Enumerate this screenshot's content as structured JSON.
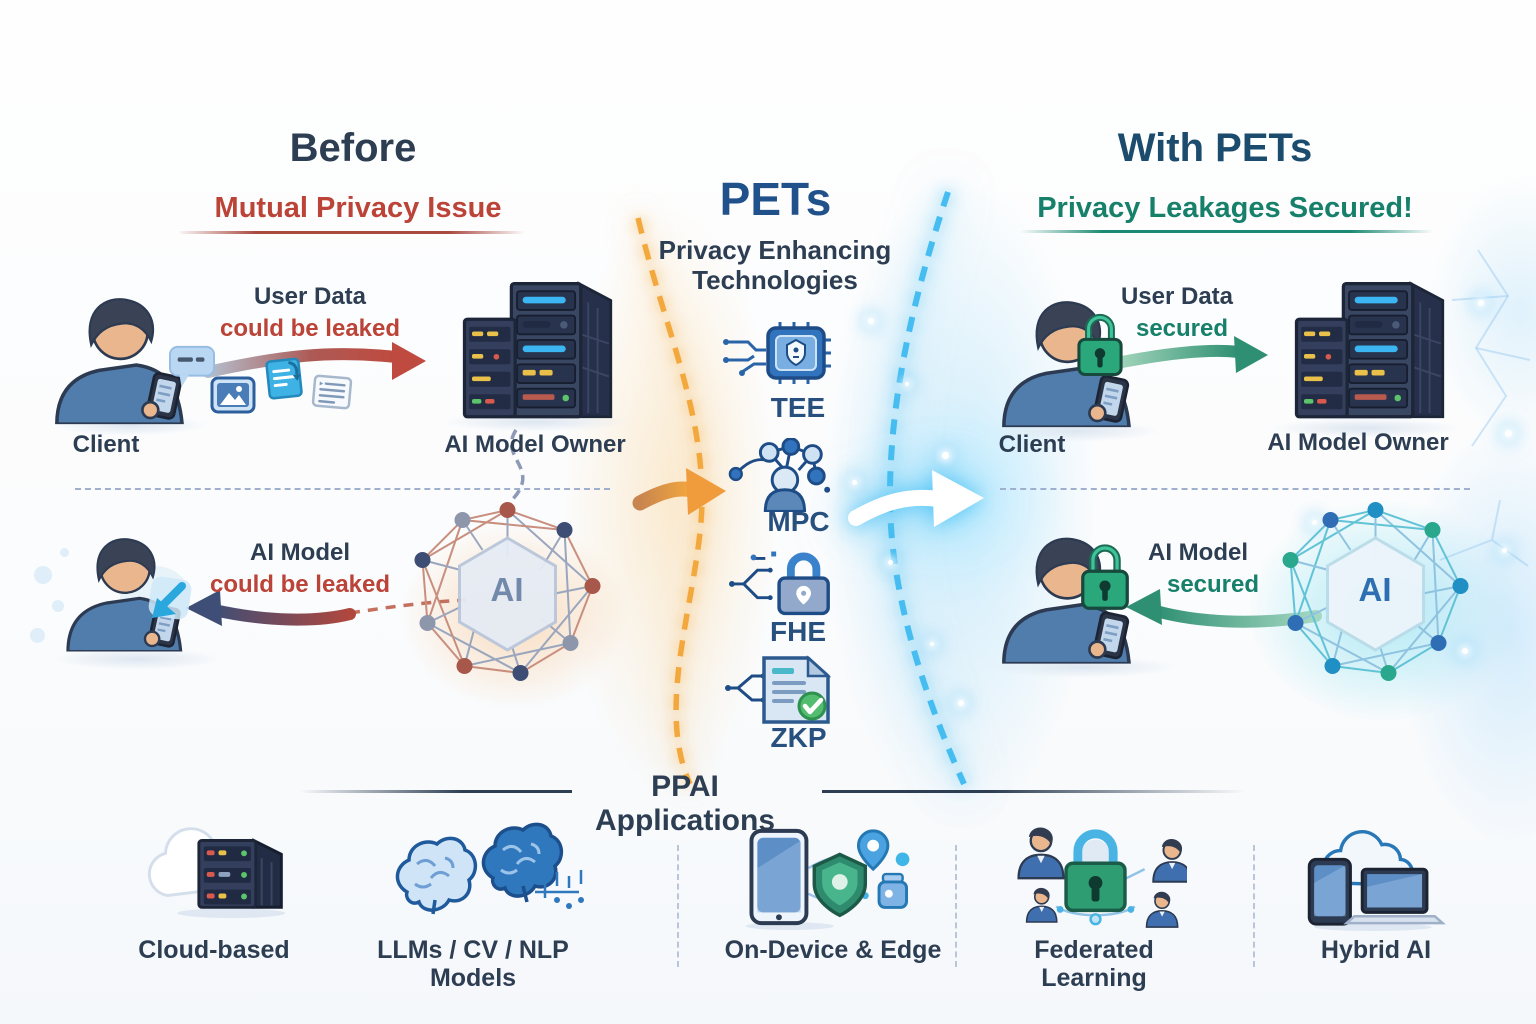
{
  "left_panel": {
    "title": "Before",
    "subtitle": "Mutual Privacy Issue",
    "top": {
      "flow_line1": "User Data",
      "flow_line2": "could be leaked",
      "actor_label": "Client",
      "target_label": "AI Model Owner"
    },
    "bottom": {
      "flow_line1": "AI Model",
      "flow_line2": "could be leaked",
      "ai_badge": "AI"
    }
  },
  "center_panel": {
    "title": "PETs",
    "subtitle_line1": "Privacy Enhancing",
    "subtitle_line2": "Technologies",
    "items": [
      {
        "label": "TEE"
      },
      {
        "label": "MPC"
      },
      {
        "label": "FHE"
      },
      {
        "label": "ZKP"
      }
    ]
  },
  "right_panel": {
    "title": "With PETs",
    "subtitle": "Privacy Leakages Secured!",
    "top": {
      "flow_line1": "User Data",
      "flow_line2": "secured",
      "actor_label": "Client",
      "target_label": "AI Model Owner"
    },
    "bottom": {
      "flow_line1": "AI Model",
      "flow_line2": "secured",
      "ai_badge": "AI"
    }
  },
  "bottom_panel": {
    "title": "PPAI Applications",
    "applications": [
      {
        "label": "Cloud-based"
      },
      {
        "label": "LLMs / CV / NLP Models"
      },
      {
        "label": "On-Device & Edge"
      },
      {
        "label": "Federated Learning"
      },
      {
        "label": "Hybrid AI"
      }
    ]
  },
  "colors": {
    "heading_navy": "#2d3e53",
    "issue_red": "#bb4338",
    "secured_teal": "#17806b",
    "pets_blue": "#21518b",
    "lock_green": "#2aa87c",
    "gold_glow": "#f3a83e",
    "cyan_glow": "#46bdf0"
  }
}
